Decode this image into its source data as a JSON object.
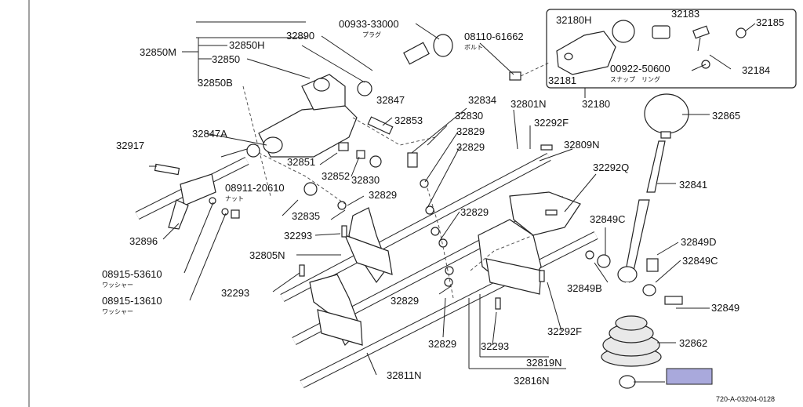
{
  "labels": {
    "p00933_33000": "00933-33000",
    "p00933_jp": "プラグ",
    "p32890": "32890",
    "p32850M": "32850M",
    "p32850H": "32850H",
    "p32850": "32850",
    "p32850B": "32850B",
    "p32847": "32847",
    "p32847A": "32847A",
    "p32853": "32853",
    "p32917": "32917",
    "p32851": "32851",
    "p32852": "32852",
    "p32830a": "32830",
    "p32830b": "32830",
    "p32834": "32834",
    "p32829a": "32829",
    "p32829b": "32829",
    "p32829c": "32829",
    "p32829d": "32829",
    "p32829e": "32829",
    "p32829f": "32829",
    "p08911": "08911-20610",
    "p08911_jp": "ナット",
    "p32835": "32835",
    "p32896": "32896",
    "p32293a": "32293",
    "p32293b": "32293",
    "p32293c": "32293",
    "p32805N": "32805N",
    "p08915_53610": "08915-53610",
    "p08915_53610_jp": "ワッシャー",
    "p08915_13610": "08915-13610",
    "p08915_13610_jp": "ワッシャー",
    "p08110": "08110-61662",
    "p08110_jp": "ボルト",
    "p32180H": "32180H",
    "p32183": "32183",
    "p32185": "32185",
    "p32181": "32181",
    "p00922": "00922-50600",
    "p00922_jp": "スナップ　リング",
    "p32184": "32184",
    "p32180": "32180",
    "p32801N": "32801N",
    "p32292F_a": "32292F",
    "p32292F_b": "32292F",
    "p32809N": "32809N",
    "p32292Q": "32292Q",
    "p32865": "32865",
    "p32841": "32841",
    "p32849C_a": "32849C",
    "p32849C_b": "32849C",
    "p32849D": "32849D",
    "p32849B": "32849B",
    "p32849": "32849",
    "p32862": "32862",
    "p32819N": "32819N",
    "p32816N": "32816N",
    "p32811N": "32811N",
    "footer_code": "720-A-03204-0128"
  },
  "highlight_color": "#a9a9dc"
}
